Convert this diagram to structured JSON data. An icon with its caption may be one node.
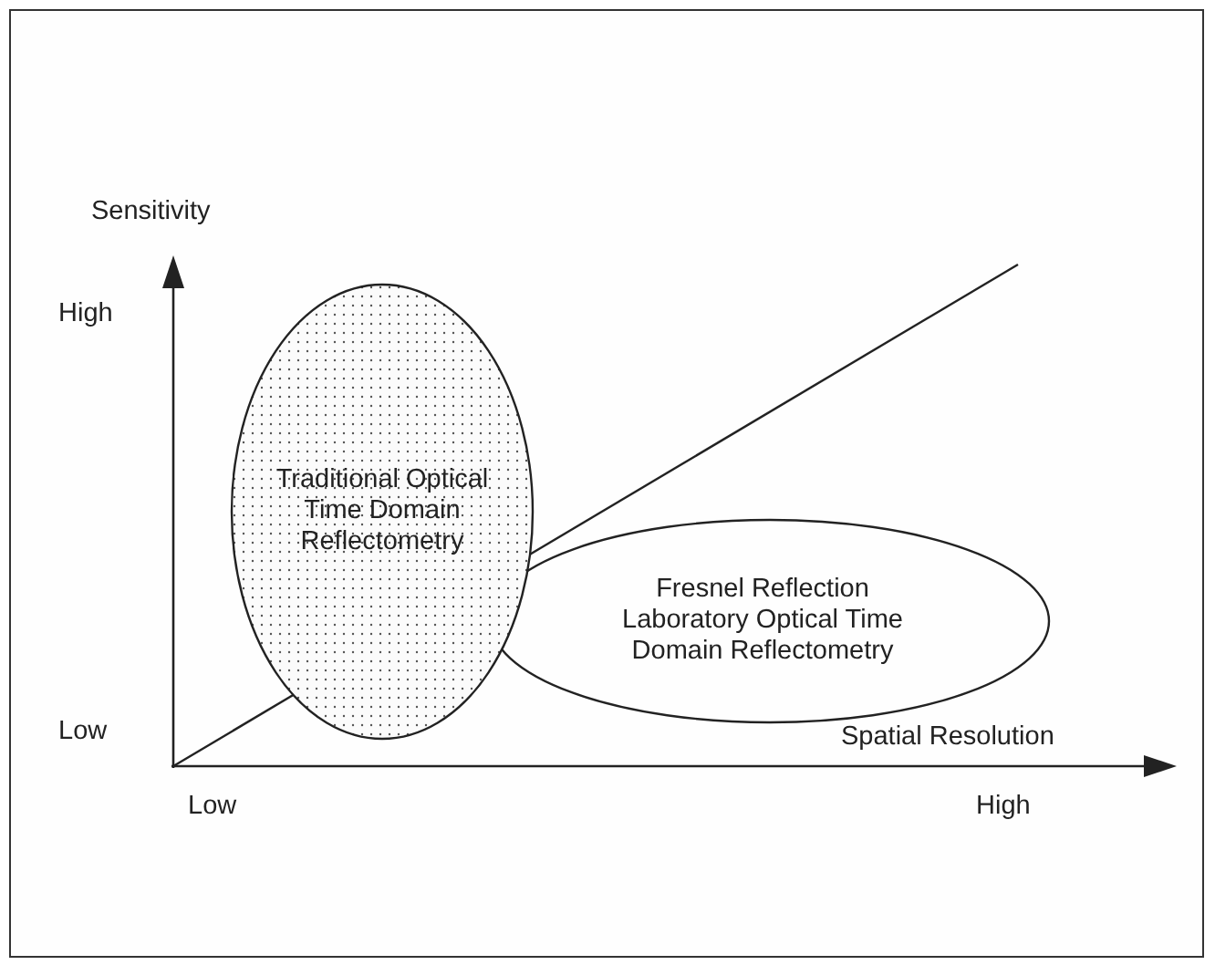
{
  "diagram": {
    "nodes": [
      {
        "text": [
          "Traditional Optical Time Domain Reflectometry"
        ]
      },
      {
        "text": [
          "Fresnel Reflection Laboratory Optical Time Domain Reflectometry"
        ]
      }
    ],
    "labels": [
      "Sensitivity",
      "High",
      "Low",
      "Spatial Resolution",
      "Low",
      "High"
    ]
  }
}
